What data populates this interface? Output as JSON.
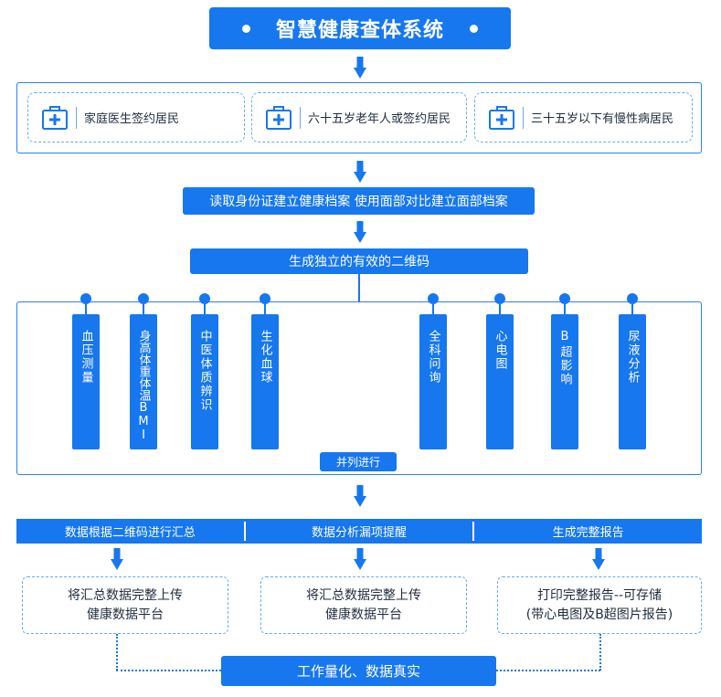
{
  "title": "智慧健康查体系统",
  "targets": [
    "家庭医生签约居民",
    "六十五岁老年人或签约居民",
    "三十五岁以下有慢性病居民"
  ],
  "step_read_id": "读取身份证建立健康档案 使用面部对比建立面部档案",
  "step_qrcode": "生成独立的有效的二维码",
  "exam_items": [
    "血压测量",
    "身高体重体温BMI",
    "中医体质辨识",
    "生化血球",
    "全科问询",
    "心电图",
    "B超影响",
    "尿液分析"
  ],
  "parallel_label": "并列进行",
  "categories": [
    "数据根据二维码进行汇总",
    "数据分析漏项提醒",
    "生成完整报告"
  ],
  "outputs": [
    [
      "将汇总数据完整上传",
      "健康数据平台"
    ],
    [
      "将汇总数据完整上传",
      "健康数据平台"
    ],
    [
      "打印完整报告--可存储",
      "(带心电图及B超图片报告)"
    ]
  ],
  "footer": "工作量化、数据真实",
  "colors": {
    "primary": "#1677ee",
    "dashed_border": "#6aa8f5",
    "text_dark": "#1f2d3d"
  }
}
